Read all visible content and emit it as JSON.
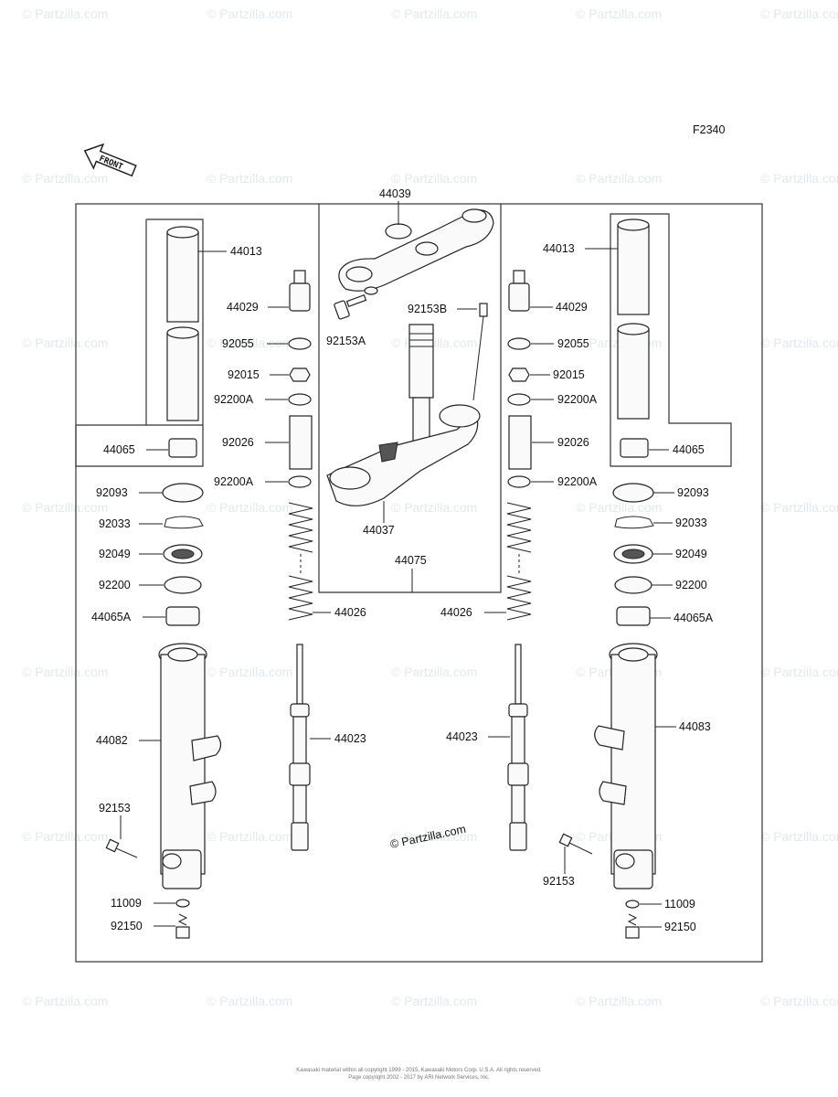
{
  "figure_code": "F2340",
  "front_label": "FRONT",
  "credit": "© Partzilla.com",
  "watermark": "© Partzilla.com",
  "footer": {
    "line1": "Kawasaki material within all copyright 1999 - 2015, Kawasaki Motors Corp. U.S.A. All rights reserved.",
    "line2": "Page copyright 2002 - 2017 by ARI Network Services, Inc."
  },
  "parts": {
    "top_bracket": "44039",
    "bolt_top": "92153A",
    "stem_bolt": "92153B",
    "stem_assembly": "44037",
    "fork_group": "44075",
    "left": {
      "pipe": "44013",
      "cap_bolt": "44029",
      "oring": "92055",
      "nut": "92015",
      "washer_upper": "92200A",
      "spacer": "92026",
      "washer_lower": "92200A",
      "bushing_upper": "44065",
      "dust_seal": "92093",
      "circlip": "92033",
      "oil_seal": "92049",
      "washer": "92200",
      "bushing_lower": "44065A",
      "spring": "44026",
      "cylinder": "44023",
      "outer_tube": "44082",
      "axle_bolt": "92153",
      "gasket": "11009",
      "bottom_bolt": "92150"
    },
    "right": {
      "pipe": "44013",
      "cap_bolt": "44029",
      "oring": "92055",
      "nut": "92015",
      "washer_upper": "92200A",
      "spacer": "92026",
      "washer_lower": "92200A",
      "bushing_upper": "44065",
      "dust_seal": "92093",
      "circlip": "92033",
      "oil_seal": "92049",
      "washer": "92200",
      "bushing_lower": "44065A",
      "spring": "44026",
      "cylinder": "44023",
      "outer_tube": "44083",
      "axle_bolt": "92153",
      "gasket": "11009",
      "bottom_bolt": "92150"
    }
  }
}
